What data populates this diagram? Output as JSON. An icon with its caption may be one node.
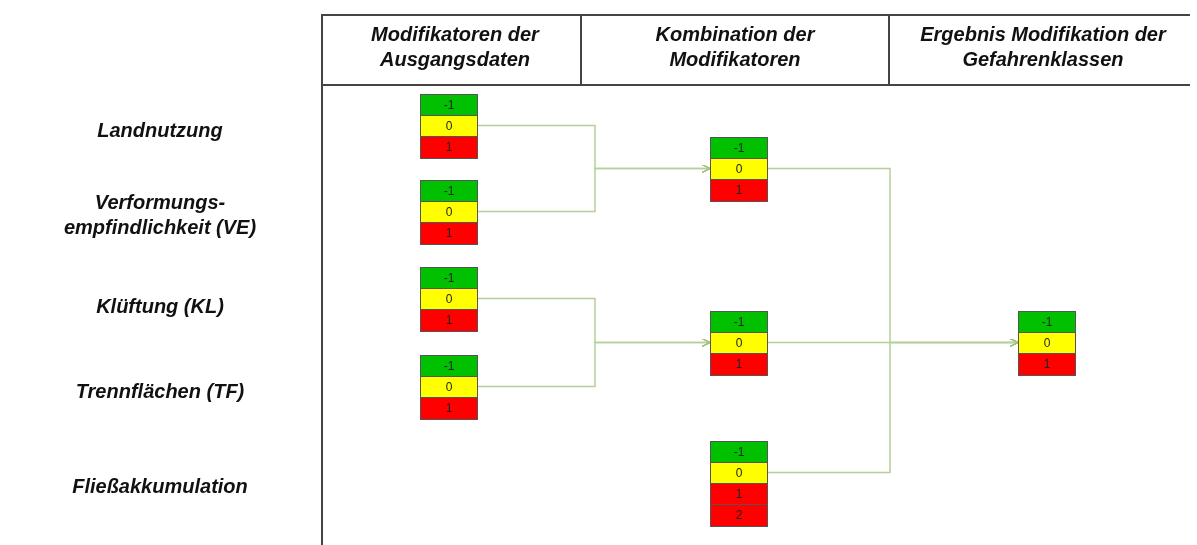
{
  "diagram": {
    "nodes": [
      {
        "text": [
          "-1",
          "0",
          "1"
        ]
      },
      {
        "text": [
          "-1",
          "0",
          "1"
        ]
      },
      {
        "text": [
          "-1",
          "0",
          "1"
        ]
      },
      {
        "text": [
          "-1",
          "0",
          "1"
        ]
      },
      {
        "text": [
          "-1",
          "0",
          "1"
        ]
      },
      {
        "text": [
          "-1",
          "0",
          "1"
        ]
      },
      {
        "text": [
          "-1",
          "0",
          "1",
          "2"
        ]
      },
      {
        "text": [
          "-1",
          "0",
          "1"
        ]
      }
    ],
    "edges": [
      {
        "from": 0,
        "to": 4,
        "arrow": "to"
      },
      {
        "from": 1,
        "to": 4,
        "arrow": "to"
      },
      {
        "from": 2,
        "to": 5,
        "arrow": "to"
      },
      {
        "from": 3,
        "to": 5,
        "arrow": "to"
      },
      {
        "from": 4,
        "to": 7,
        "arrow": "to"
      },
      {
        "from": 5,
        "to": 7,
        "arrow": "to"
      },
      {
        "from": 6,
        "to": 7,
        "arrow": "to"
      }
    ],
    "labels": [
      "Modifikatoren der Ausgangsdaten",
      "Kombination der Modifikatoren",
      "Ergebnis Modifikation der Gefahrenklassen",
      "Landnutzung",
      "Verformungs-empfindlichkeit (VE)",
      "Klüftung (KL)",
      "Trennflächen (TF)",
      "Fließakkumulation"
    ]
  }
}
